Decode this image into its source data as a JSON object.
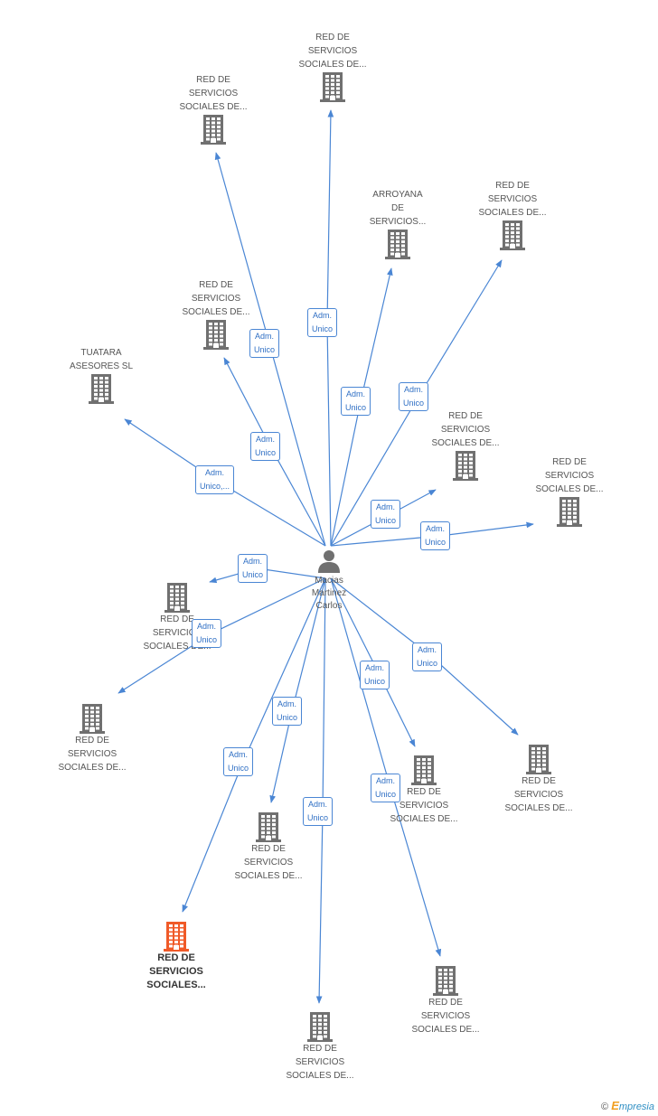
{
  "colors": {
    "edge": "#4a86d4",
    "building": "#707070",
    "building_highlight": "#f05a28",
    "badge_text": "#2f6fc4"
  },
  "center": {
    "name": "Macias\nMartinez\nCarlos",
    "icon": "person-icon"
  },
  "nodes": [
    {
      "id": "n1",
      "label": "RED DE\nSERVICIOS\nSOCIALES DE...",
      "icon": "building-icon",
      "highlight": false
    },
    {
      "id": "n2",
      "label": "RED DE\nSERVICIOS\nSOCIALES DE...",
      "icon": "building-icon",
      "highlight": false
    },
    {
      "id": "n3",
      "label": "ARROYANA\nDE\nSERVICIOS...",
      "icon": "building-icon",
      "highlight": false
    },
    {
      "id": "n4",
      "label": "RED DE\nSERVICIOS\nSOCIALES DE...",
      "icon": "building-icon",
      "highlight": false
    },
    {
      "id": "n5",
      "label": "RED DE\nSERVICIOS\nSOCIALES DE...",
      "icon": "building-icon",
      "highlight": false
    },
    {
      "id": "n6",
      "label": "TUATARA\nASESORES SL",
      "icon": "building-icon",
      "highlight": false
    },
    {
      "id": "n7",
      "label": "RED DE\nSERVICIOS\nSOCIALES DE...",
      "icon": "building-icon",
      "highlight": false
    },
    {
      "id": "n8",
      "label": "RED DE\nSERVICIOS\nSOCIALES DE...",
      "icon": "building-icon",
      "highlight": false
    },
    {
      "id": "n9",
      "label": "RED DE\nSERVICIOS\nSOCIALES DE...",
      "icon": "building-icon",
      "highlight": false
    },
    {
      "id": "n10",
      "label": "RED DE\nSERVICIOS\nSOCIALES DE...",
      "icon": "building-icon",
      "highlight": false
    },
    {
      "id": "n11",
      "label": "RED DE\nSERVICIOS\nSOCIALES DE...",
      "icon": "building-icon",
      "highlight": false
    },
    {
      "id": "n12",
      "label": "RED DE\nSERVICIOS\nSOCIALES DE...",
      "icon": "building-icon",
      "highlight": false
    },
    {
      "id": "n13",
      "label": "RED DE\nSERVICIOS\nSOCIALES DE...",
      "icon": "building-icon",
      "highlight": false
    },
    {
      "id": "n14",
      "label": "RED DE\nSERVICIOS\nSOCIALES...",
      "icon": "building-icon",
      "highlight": true
    },
    {
      "id": "n15",
      "label": "RED DE\nSERVICIOS\nSOCIALES DE...",
      "icon": "building-icon",
      "highlight": false
    },
    {
      "id": "n16",
      "label": "RED DE\nSERVICIOS\nSOCIALES DE...",
      "icon": "building-icon",
      "highlight": false
    }
  ],
  "edges": [
    {
      "to": "n1",
      "label": "Adm.\nUnico"
    },
    {
      "to": "n2",
      "label": "Adm.\nUnico"
    },
    {
      "to": "n3",
      "label": "Adm.\nUnico"
    },
    {
      "to": "n4",
      "label": "Adm.\nUnico"
    },
    {
      "to": "n5",
      "label": "Adm.\nUnico"
    },
    {
      "to": "n6",
      "label": "Adm.\nUnico,..."
    },
    {
      "to": "n7",
      "label": "Adm.\nUnico"
    },
    {
      "to": "n8",
      "label": "Adm.\nUnico"
    },
    {
      "to": "n9",
      "label": "Adm.\nUnico"
    },
    {
      "to": "n10",
      "label": "Adm.\nUnico"
    },
    {
      "to": "n11",
      "label": "Adm.\nUnico"
    },
    {
      "to": "n12",
      "label": "Adm.\nUnico"
    },
    {
      "to": "n13",
      "label": "Adm.\nUnico"
    },
    {
      "to": "n14",
      "label": "Adm.\nUnico"
    },
    {
      "to": "n15",
      "label": "Adm.\nUnico"
    },
    {
      "to": "n16",
      "label": "Adm.\nUnico"
    }
  ],
  "brand": {
    "copyright": "©",
    "e": "E",
    "rest": "mpresia"
  }
}
